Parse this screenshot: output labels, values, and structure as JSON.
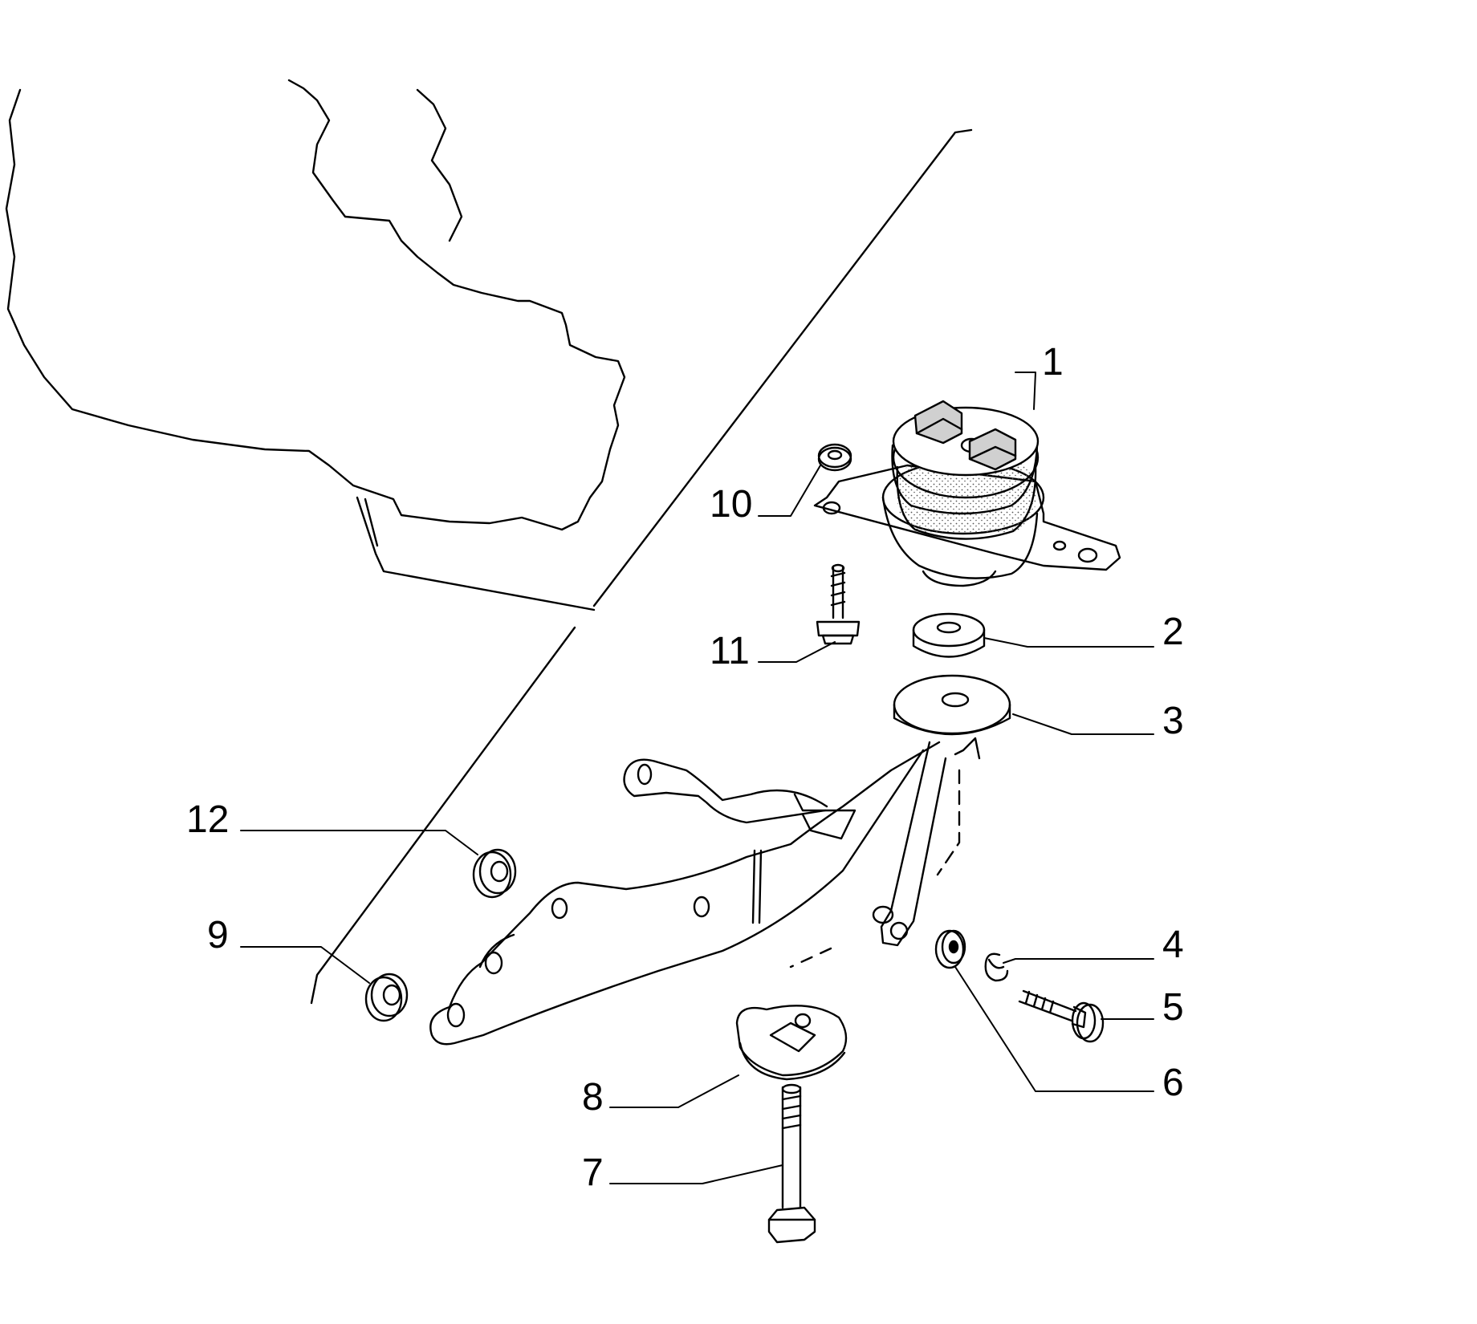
{
  "callouts": [
    {
      "id": "1",
      "label": "1"
    },
    {
      "id": "2",
      "label": "2"
    },
    {
      "id": "3",
      "label": "3"
    },
    {
      "id": "4",
      "label": "4"
    },
    {
      "id": "5",
      "label": "5"
    },
    {
      "id": "6",
      "label": "6"
    },
    {
      "id": "7",
      "label": "7"
    },
    {
      "id": "8",
      "label": "8"
    },
    {
      "id": "9",
      "label": "9"
    },
    {
      "id": "10",
      "label": "10"
    },
    {
      "id": "11",
      "label": "11"
    },
    {
      "id": "12",
      "label": "12"
    }
  ],
  "colors": {
    "ink": "#000000",
    "paper": "#ffffff",
    "stipple": "#555555"
  }
}
